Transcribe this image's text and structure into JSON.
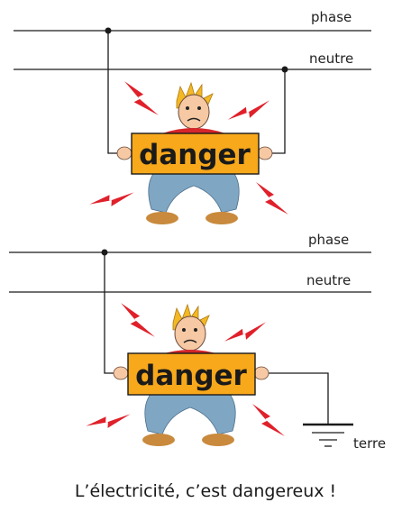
{
  "panel_top": {
    "wire_1_label": "phase",
    "wire_2_label": "neutre",
    "sign_text": "danger"
  },
  "panel_bottom": {
    "wire_1_label": "phase",
    "wire_2_label": "neutre",
    "sign_text": "danger",
    "ground_label": "terre"
  },
  "caption": "L’électricité, c’est dangereux !",
  "colors": {
    "wire": "#1a1a1a",
    "sign": "#f7a81b",
    "bolt": "#e0202a",
    "shirt": "#d4262b",
    "pants": "#7fa7c4",
    "hair": "#f3b823",
    "skin": "#f6c9a4",
    "shoes": "#c98a3d"
  },
  "icons": [
    "lightning-bolt-icon",
    "ground-symbol-icon"
  ]
}
